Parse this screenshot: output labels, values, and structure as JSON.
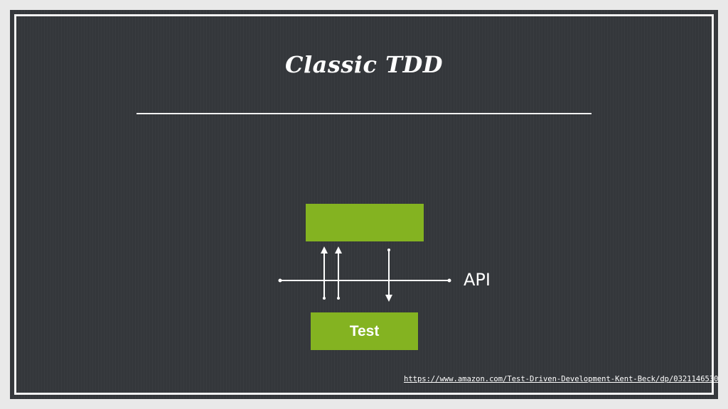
{
  "slide": {
    "title": "Classic TDD",
    "api_label": "API",
    "test_label": "Test",
    "implementation_label": "",
    "source_link": "https://www.amazon.com/Test-Driven-Development-Kent-Beck/dp/0321146530"
  },
  "colors": {
    "background": "#34373b",
    "box_fill": "#84b321",
    "foreground": "#ffffff"
  },
  "arrows": [
    {
      "direction": "up",
      "from": "test",
      "to": "implementation"
    },
    {
      "direction": "up",
      "from": "test",
      "to": "implementation"
    },
    {
      "direction": "down",
      "from": "implementation",
      "to": "test"
    }
  ]
}
